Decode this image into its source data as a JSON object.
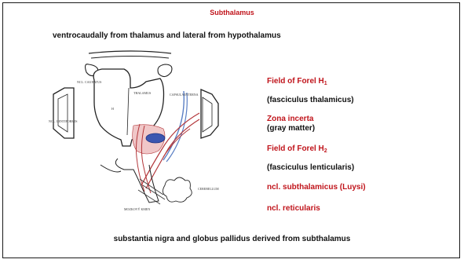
{
  "slide": {
    "title": "Subthalamus",
    "subtitle": "ventrocaudally from thalamus and lateral from hypothalamus",
    "footer": "substantia nigra and globus pallidus derived from subthalamus"
  },
  "labels": [
    {
      "text": "Field of Forel H",
      "subscript": "1",
      "color": "red"
    },
    {
      "text": "(fasciculus thalamicus)",
      "color": "black"
    },
    {
      "text": "Zona incerta",
      "color": "red"
    },
    {
      "text": "(gray matter)",
      "color": "black"
    },
    {
      "text": "Field of Forel H",
      "subscript": "2",
      "color": "red"
    },
    {
      "text": "(fasciculus lenticularis)",
      "color": "black"
    },
    {
      "text": "ncl. subthalamicus (Luysi)",
      "color": "red"
    },
    {
      "text": "ncl. reticularis",
      "color": "red"
    }
  ],
  "diagram": {
    "labels": {
      "caudatus": "NCL. CAUDATUS",
      "thalamus": "THALAMUS",
      "capsula": "CAPSULA INTERNA",
      "lentiformis": "NCL. LENTIFORMIS",
      "cerebellum": "CEREBELLUM",
      "mozek": "MOZKOVÝ KMEN",
      "h": "H"
    },
    "colors": {
      "red": "#c0141b",
      "fiber_red": "#b3363a",
      "fiber_blue": "#5b7fc4",
      "blob_blue": "#3c56b0",
      "pink": "#f0c7c8"
    }
  }
}
